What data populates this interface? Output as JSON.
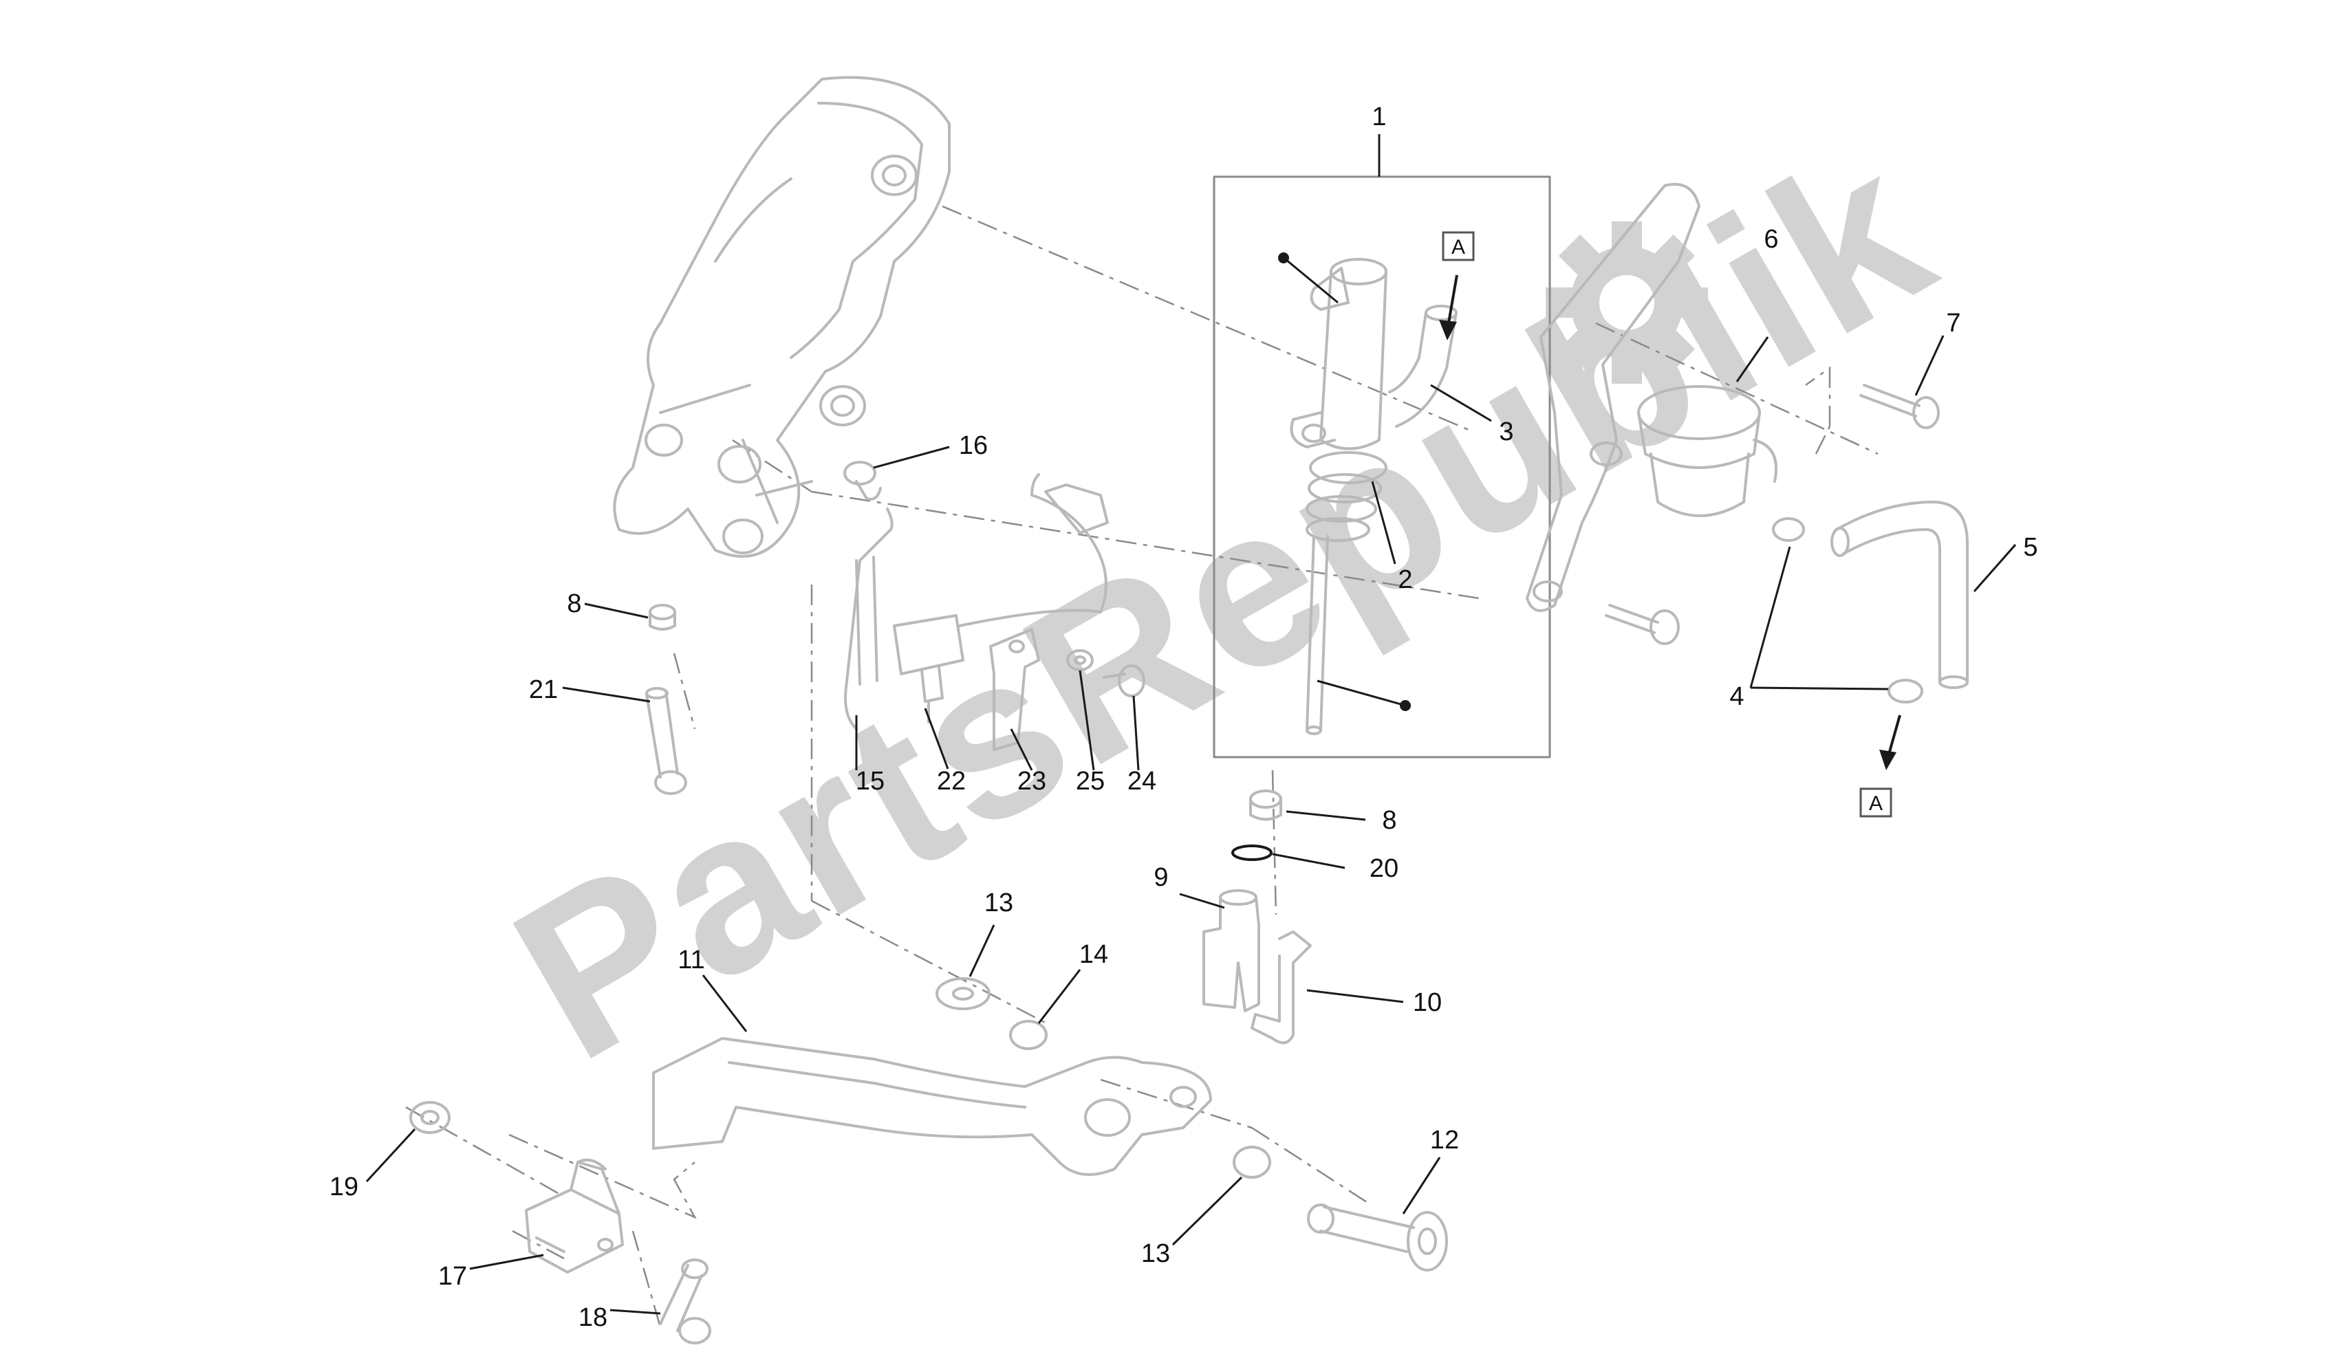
{
  "watermark": {
    "text": "PartsRepublik",
    "color": "#d0d0d0"
  },
  "colors": {
    "part_line": "#b9b9b9",
    "leader_line": "#1a1a1a",
    "dash_line": "#8a8a8a",
    "background": "#ffffff"
  },
  "callouts": {
    "c1": "1",
    "c2": "2",
    "c3": "3",
    "c4": "4",
    "c5": "5",
    "c6": "6",
    "c7": "7",
    "c8a": "8",
    "c8b": "8",
    "c9": "9",
    "c10": "10",
    "c11": "11",
    "c12": "12",
    "c13a": "13",
    "c13b": "13",
    "c14": "14",
    "c15": "15",
    "c16": "16",
    "c17": "17",
    "c18": "18",
    "c19": "19",
    "c20": "20",
    "c21": "21",
    "c22": "22",
    "c23": "23",
    "c24": "24",
    "c25": "25"
  },
  "reference_markers": {
    "top": "A",
    "bottom": "A"
  },
  "icons": [
    "gear-icon",
    "arrow-down-icon"
  ]
}
